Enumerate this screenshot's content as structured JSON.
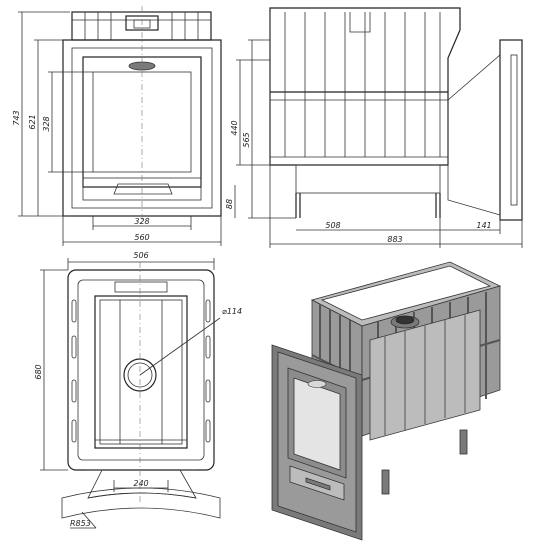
{
  "front_view": {
    "dims": {
      "height_total": "743",
      "height_inner": "621",
      "height_door": "328",
      "width_firebox": "328",
      "width_total": "560"
    }
  },
  "side_view": {
    "dims": {
      "height_rack": "440",
      "height_body": "565",
      "height_leg": "88",
      "depth_body": "508",
      "depth_tunnel": "141",
      "depth_total": "883"
    }
  },
  "top_view": {
    "dims": {
      "width_top": "506",
      "length_top": "680",
      "flue_diameter": "⌀114",
      "flue_offset": "240",
      "radius_base": "R853"
    }
  }
}
